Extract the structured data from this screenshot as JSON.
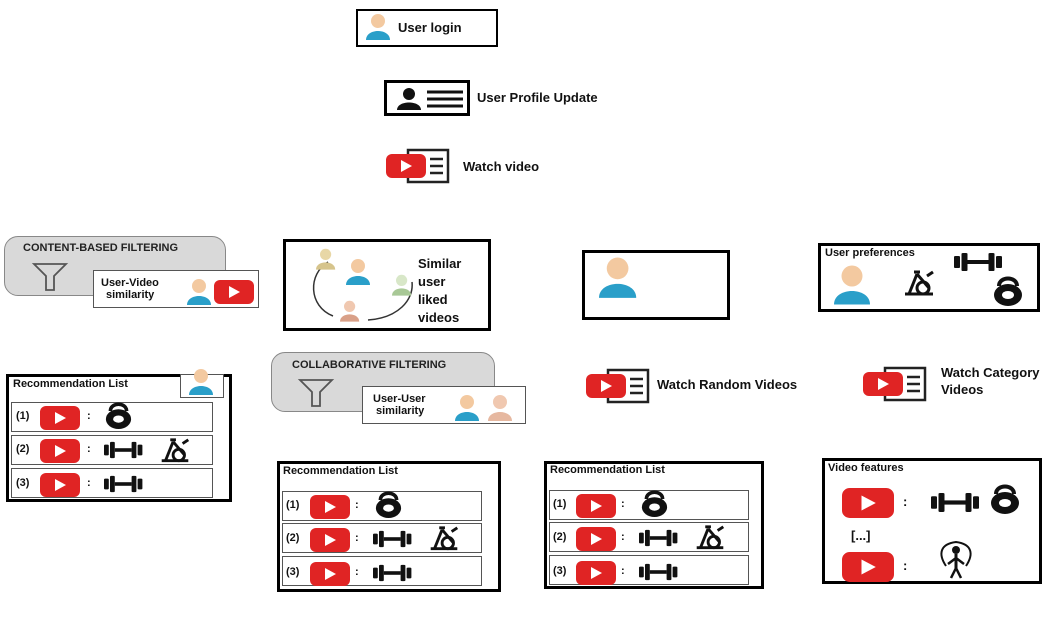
{
  "steps": {
    "login": "User login",
    "profile": "User Profile Update",
    "watch": "Watch video"
  },
  "content_based": {
    "title": "CONTENT-BASED FILTERING",
    "sub": "User-Video\nsimilarity",
    "sub_line1": "User-Video",
    "sub_line2": "similarity"
  },
  "collaborative": {
    "title": "COLLABORATIVE FILTERING",
    "sub_line1": "User-User",
    "sub_line2": "similarity"
  },
  "similar_users": {
    "line1": "Similar",
    "line2": "user",
    "line3": "liked",
    "line4": "videos"
  },
  "preferences": {
    "title": "User preferences"
  },
  "random": {
    "label": "Watch Random Videos"
  },
  "category": {
    "line1": "Watch Category",
    "line2": "Videos"
  },
  "rec_list": {
    "title": "Recommendation List",
    "n1": "(1)",
    "n2": "(2)",
    "n3": "(3)",
    "colon": ":"
  },
  "video_features": {
    "title": "Video features",
    "ellipsis": "[...]",
    "colon": ":"
  },
  "colors": {
    "youtube_red": "#e02424",
    "avatar_teal": "#2a9fc9",
    "skin": "#f3c9a0"
  }
}
